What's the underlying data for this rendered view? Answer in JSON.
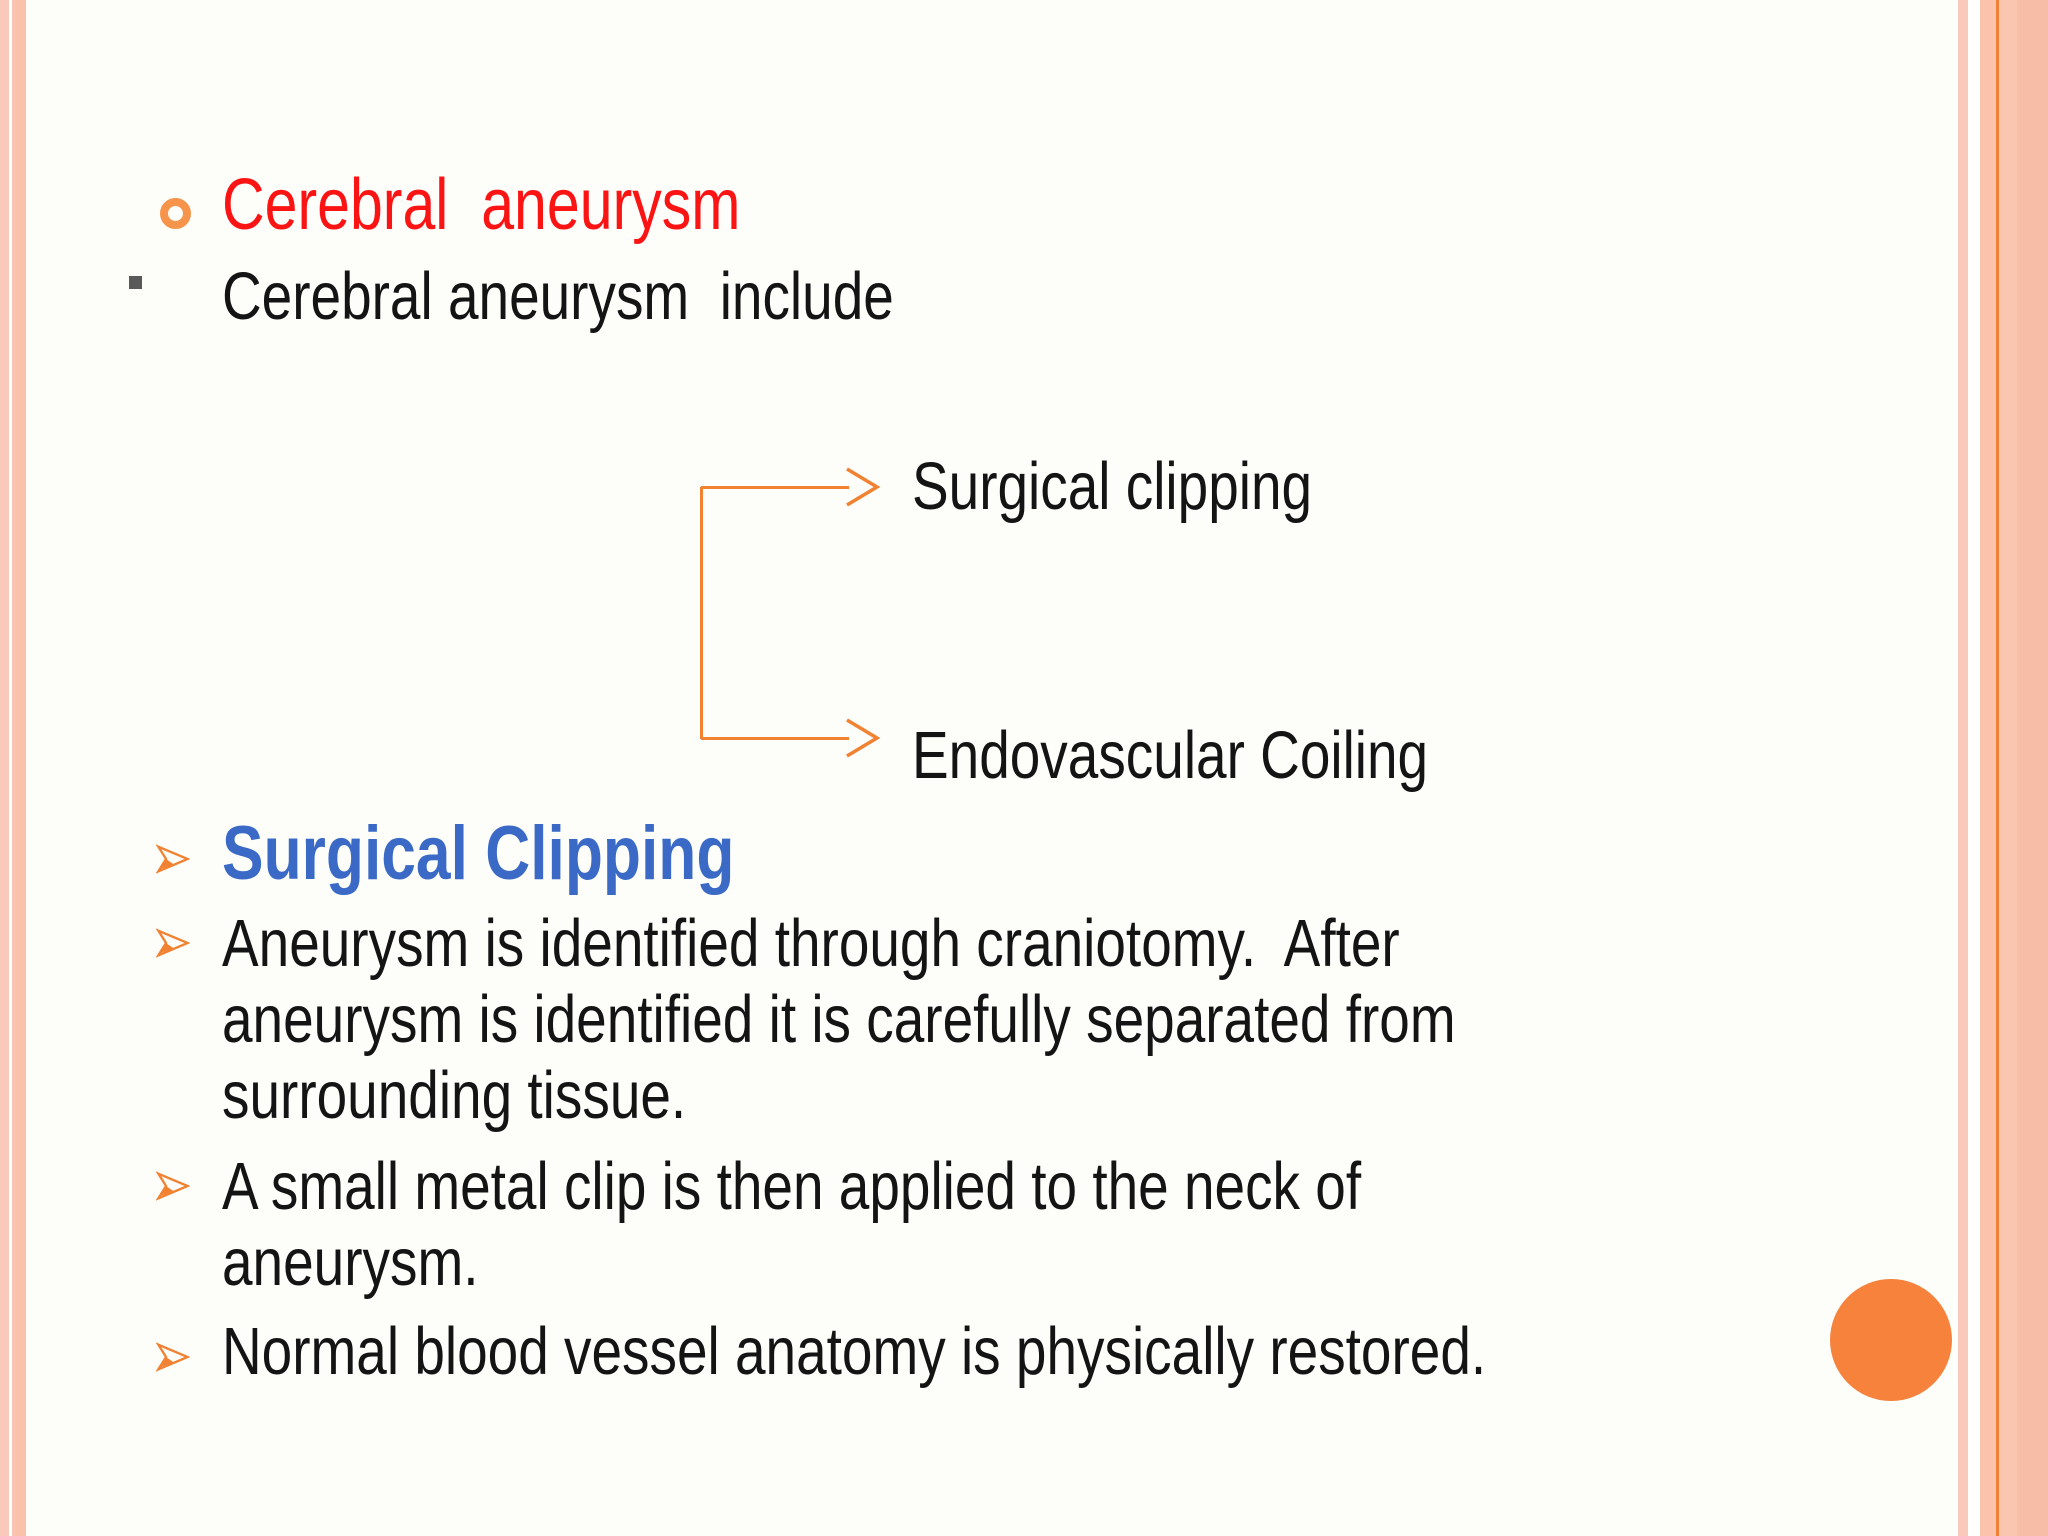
{
  "slide": {
    "background_color": "#fdfdfa",
    "border_colors": {
      "pink": "#f9cabb",
      "salmon": "#fbc2ab",
      "orange_line": "#ef8136"
    },
    "title": {
      "text": "Cerebral  aneurysm",
      "color": "#fa1414",
      "bullet_icon": "ring-bullet",
      "bullet_color": "#f5944a"
    },
    "subtitle": {
      "text": "Cerebral aneurysm  include",
      "bullet_icon": "square-bullet",
      "bullet_color": "#595959"
    },
    "diagram": {
      "line_color": "#f08232",
      "branch1": "Surgical clipping",
      "branch2": "Endovascular Coiling"
    },
    "heading": {
      "text": "Surgical Clipping",
      "color": "#3a6ac6",
      "bullet_icon": "arrow-bullet",
      "bullet_color": "#f08232"
    },
    "bullets": [
      {
        "lines": [
          "Aneurysm is identified through craniotomy.  After",
          "aneurysm is identified it is carefully separated from",
          "surrounding tissue."
        ]
      },
      {
        "lines": [
          "A small metal clip is then applied to the neck of",
          "aneurysm."
        ]
      },
      {
        "lines": [
          "Normal blood vessel anatomy is physically restored."
        ]
      }
    ],
    "decor_circle_color": "#f6823c"
  }
}
